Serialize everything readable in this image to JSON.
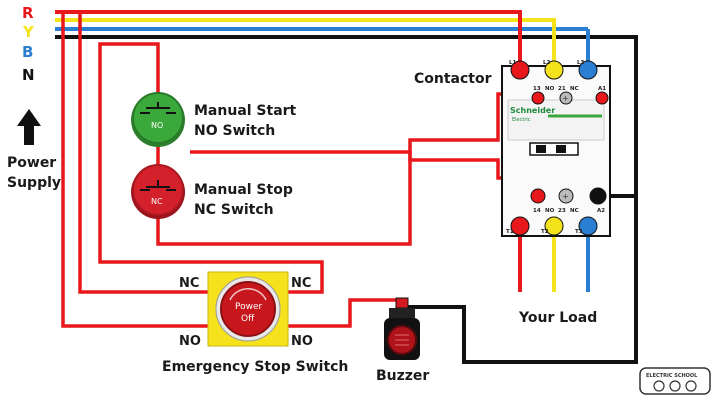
{
  "supply": {
    "phases": [
      {
        "label": "R",
        "color": "#e8171b"
      },
      {
        "label": "Y",
        "color": "#f4e21a"
      },
      {
        "label": "B",
        "color": "#2a7fd3"
      },
      {
        "label": "N",
        "color": "#111111"
      }
    ],
    "caption_line1": "Power",
    "caption_line2": "Supply"
  },
  "labels": {
    "contactor": "Contactor",
    "start_line1": "Manual Start",
    "start_line2": "NO Switch",
    "stop_line1": "Manual Stop",
    "stop_line2": "NC Switch",
    "emergency": "Emergency Stop Switch",
    "estop_nc_left": "NC",
    "estop_nc_right": "NC",
    "estop_no_left": "NO",
    "estop_no_right": "NO",
    "buzzer": "Buzzer",
    "load": "Your Load"
  },
  "buttons": {
    "start_badge": "NO",
    "stop_badge": "NC",
    "estop_line1": "Power",
    "estop_line2": "Off"
  },
  "contactor": {
    "brand": "Schneider",
    "brand_sub": "Electric",
    "top_terminals": [
      "L1",
      "L2",
      "L3"
    ],
    "aux_top": [
      "13",
      "NO",
      "21",
      "NC",
      "A1"
    ],
    "aux_bottom": [
      "14",
      "NO",
      "23",
      "NC",
      "A2"
    ],
    "bottom_terminals": [
      "T1",
      "T2",
      "T3"
    ]
  },
  "logo": {
    "text": "ELECTRIC SCHOOL"
  },
  "colors": {
    "red": "#e8171b",
    "yellow": "#f4e21a",
    "blue": "#2a7fd3",
    "black": "#111111",
    "start_green": "#3aa83a",
    "stop_red": "#d4202a",
    "estop_yellow": "#f5e11c"
  }
}
